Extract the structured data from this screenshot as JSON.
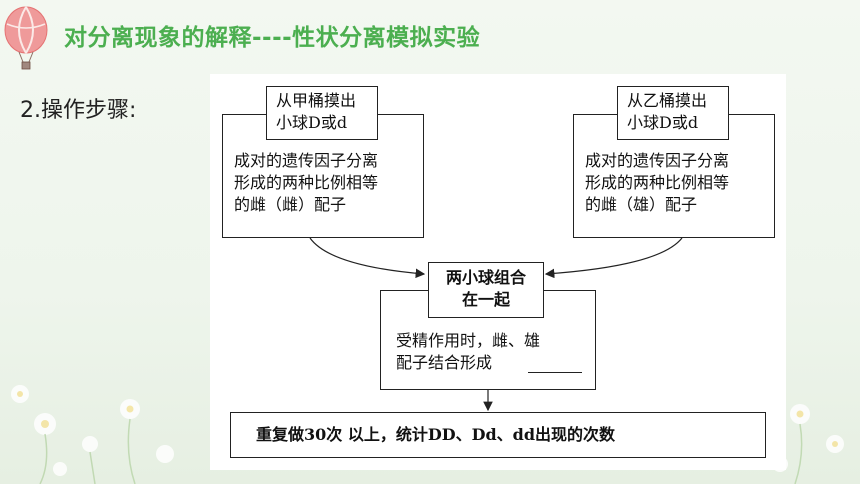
{
  "slide": {
    "title": "对分离现象的解释----性状分离模拟实验",
    "steps_label": "2.操作步骤:"
  },
  "diagram": {
    "left_header": "从甲桶摸出\n小球D或d",
    "left_body": "成对的遗传因子分离\n形成的两种比例相等\n的雌（雌）配子",
    "right_header": "从乙桶摸出\n小球D或d",
    "right_body": "成对的遗传因子分离\n形成的两种比例相等\n的雌（雄）配子",
    "center_header": "两小球组合\n在一起",
    "center_body": "受精作用时，雌、雄\n配子结合形成",
    "bottom": "重复做30次 以上，统计DD、Dd、dd出现的次数"
  },
  "colors": {
    "title_green": "#4caf50",
    "balloon_red": "#e57373",
    "line": "#222222"
  }
}
